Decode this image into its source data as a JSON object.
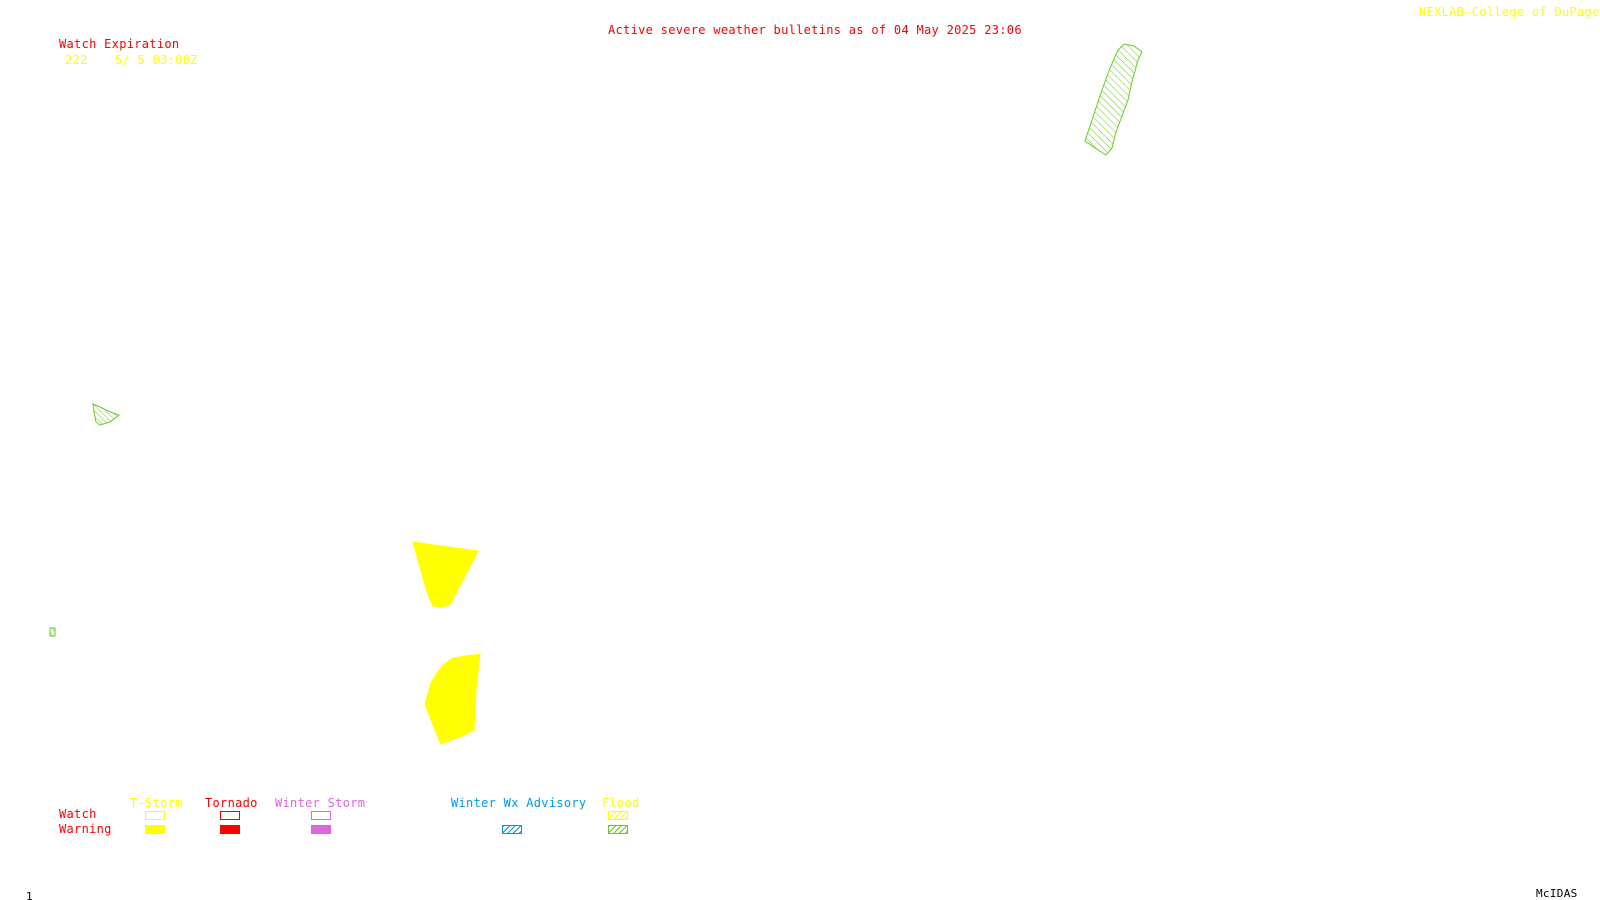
{
  "header": {
    "bulletin_title": "Active severe weather bulletins as of 04 May 2025 23:06",
    "credit": "NEXLAB-College of DuPage R"
  },
  "watch_list": {
    "heading": "Watch Expiration",
    "rows": [
      {
        "number": "222",
        "expiration": "5/ 5 03:00Z"
      }
    ]
  },
  "legend": {
    "row_labels": {
      "watch": "Watch",
      "warning": "Warning"
    },
    "categories": [
      {
        "key": "tstorm",
        "label": "T-Storm",
        "color": "#ffff00"
      },
      {
        "key": "tornado",
        "label": "Tornado",
        "color": "#ff0000"
      },
      {
        "key": "winter_storm",
        "label": "Winter Storm",
        "color": "#dd66dd"
      },
      {
        "key": "winter_wx_advisory",
        "label": "Winter Wx Advisory",
        "color": "#0099ee"
      },
      {
        "key": "flood",
        "label": "Flood",
        "color": "#66cc22"
      }
    ]
  },
  "footer": {
    "frame_number": "1",
    "software": "McIDAS"
  },
  "colors": {
    "tstorm": "#ffff00",
    "tornado": "#ff0000",
    "winter_storm": "#dd66dd",
    "winter_wx_advisory": "#0099ee",
    "flood": "#66cc22",
    "background": "#ffffff"
  }
}
